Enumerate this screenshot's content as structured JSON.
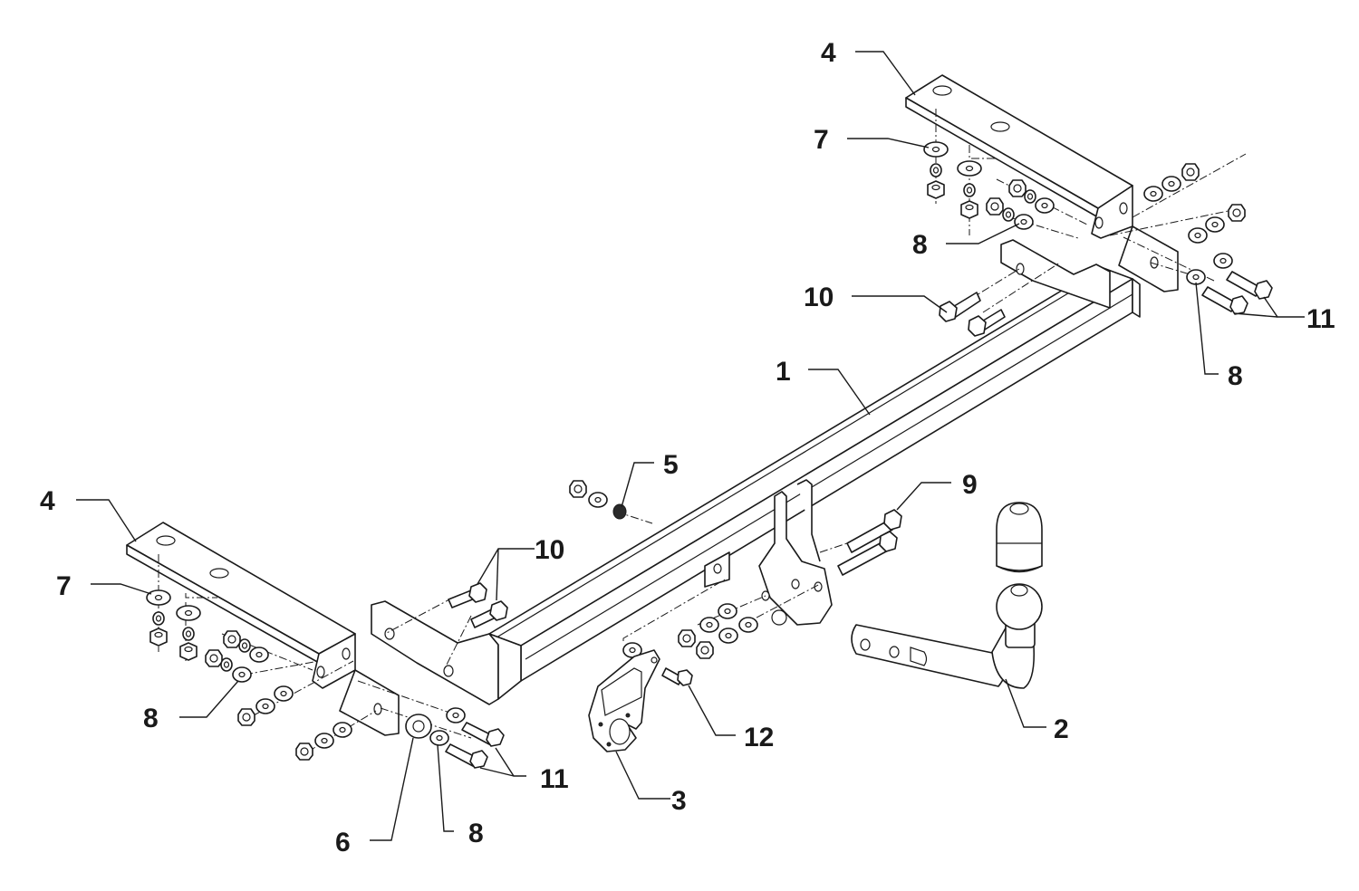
{
  "diagram": {
    "title": "Tow bar assembly exploded view",
    "colors": {
      "line": "#1a1a1a",
      "background": "#ffffff"
    },
    "callouts": [
      {
        "id": "c4-top",
        "label": "4",
        "part": "mounting-bracket"
      },
      {
        "id": "c7-top",
        "label": "7",
        "part": "large-washer"
      },
      {
        "id": "c8-top",
        "label": "8",
        "part": "washer"
      },
      {
        "id": "c10-top",
        "label": "10",
        "part": "bolt"
      },
      {
        "id": "c11-top",
        "label": "11",
        "part": "bolt"
      },
      {
        "id": "c8-right",
        "label": "8",
        "part": "washer"
      },
      {
        "id": "c1",
        "label": "1",
        "part": "main-crossbar"
      },
      {
        "id": "c5",
        "label": "5",
        "part": "threaded-insert"
      },
      {
        "id": "c9",
        "label": "9",
        "part": "tow-ball-bolt"
      },
      {
        "id": "c4-left",
        "label": "4",
        "part": "mounting-bracket"
      },
      {
        "id": "c10-left",
        "label": "10",
        "part": "bolt"
      },
      {
        "id": "c7-left",
        "label": "7",
        "part": "large-washer"
      },
      {
        "id": "c8-left",
        "label": "8",
        "part": "washer"
      },
      {
        "id": "c12",
        "label": "12",
        "part": "socket-plate-bolt"
      },
      {
        "id": "c2",
        "label": "2",
        "part": "tow-ball-neck"
      },
      {
        "id": "c11-left",
        "label": "11",
        "part": "bolt"
      },
      {
        "id": "c3",
        "label": "3",
        "part": "socket-plate"
      },
      {
        "id": "c6",
        "label": "6",
        "part": "spacer"
      },
      {
        "id": "c8-bottom",
        "label": "8",
        "part": "washer"
      }
    ]
  }
}
